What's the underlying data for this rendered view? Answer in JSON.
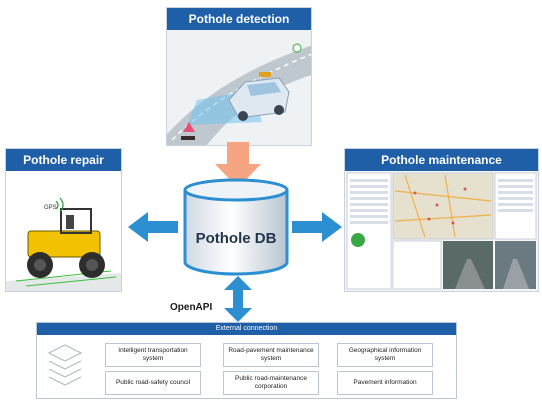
{
  "detection": {
    "title": "Pothole detection"
  },
  "repair": {
    "title": "Pothole repair",
    "gps_label": "GPS"
  },
  "maintenance": {
    "title": "Pothole maintenance"
  },
  "db": {
    "label": "Pothole DB"
  },
  "openapi": {
    "label": "OpenAPI"
  },
  "external": {
    "title": "External connection",
    "items": [
      "Intelligent transportation system",
      "Road-pavement maintenance system",
      "Geographical information system",
      "Public road-safety council",
      "Public road-maintenance corporation",
      "Pavement information"
    ]
  },
  "colors": {
    "brand_blue": "#1f5fa8",
    "arrow_blue": "#2c8fd2",
    "arrow_orange": "#f5a582",
    "roller_yellow": "#f2c200"
  }
}
